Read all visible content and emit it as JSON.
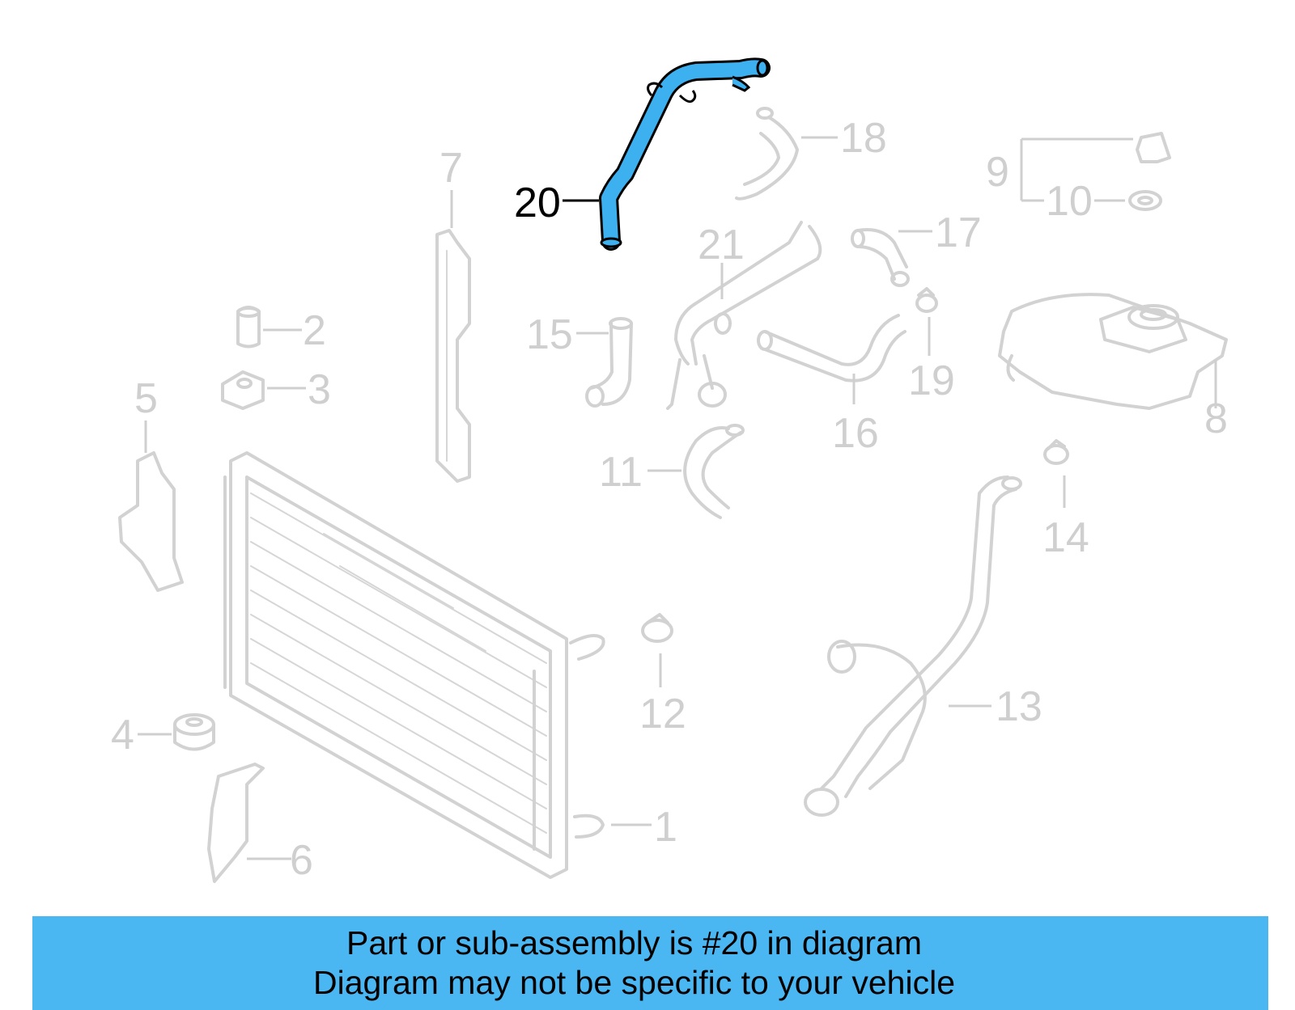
{
  "highlight_color": "#3db0f0",
  "banner_color": "#4ab6f2",
  "highlighted_part": "20",
  "callouts": {
    "c1": "1",
    "c2": "2",
    "c3": "3",
    "c4": "4",
    "c5": "5",
    "c6": "6",
    "c7": "7",
    "c8": "8",
    "c9": "9",
    "c10": "10",
    "c11": "11",
    "c12": "12",
    "c13": "13",
    "c14": "14",
    "c15": "15",
    "c16": "16",
    "c17": "17",
    "c18": "18",
    "c19": "19",
    "c20": "20",
    "c21": "21"
  },
  "banner": {
    "line1": "Part or sub-assembly is #20 in diagram",
    "line2": "Diagram may not be specific to your vehicle"
  }
}
